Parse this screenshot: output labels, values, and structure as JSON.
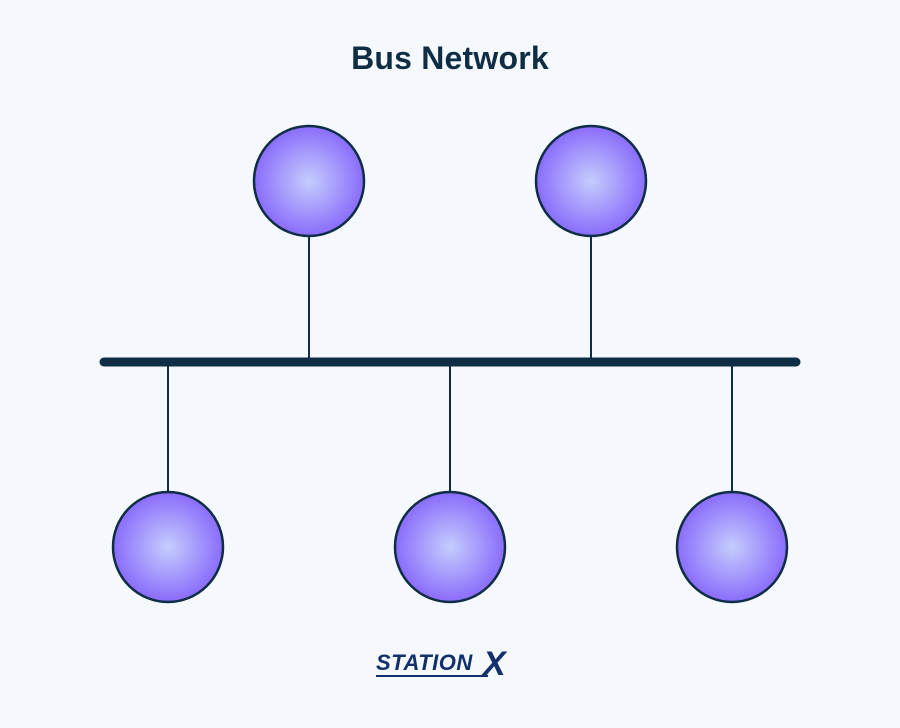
{
  "title": "Bus Network",
  "brand": {
    "wordmark": "STATION",
    "mark": "X"
  },
  "colors": {
    "background": "#f5f9fd",
    "bus": "#0f2d44",
    "node_fill_center": "#c4cdfd",
    "node_fill_edge": "#8a6cfb",
    "node_stroke": "#0f2d44",
    "brand": "#12306b"
  },
  "diagram": {
    "topology": "bus",
    "nodes": [
      {
        "id": "node-top-1",
        "side": "top"
      },
      {
        "id": "node-top-2",
        "side": "top"
      },
      {
        "id": "node-bottom-1",
        "side": "bottom"
      },
      {
        "id": "node-bottom-2",
        "side": "bottom"
      },
      {
        "id": "node-bottom-3",
        "side": "bottom"
      }
    ]
  }
}
